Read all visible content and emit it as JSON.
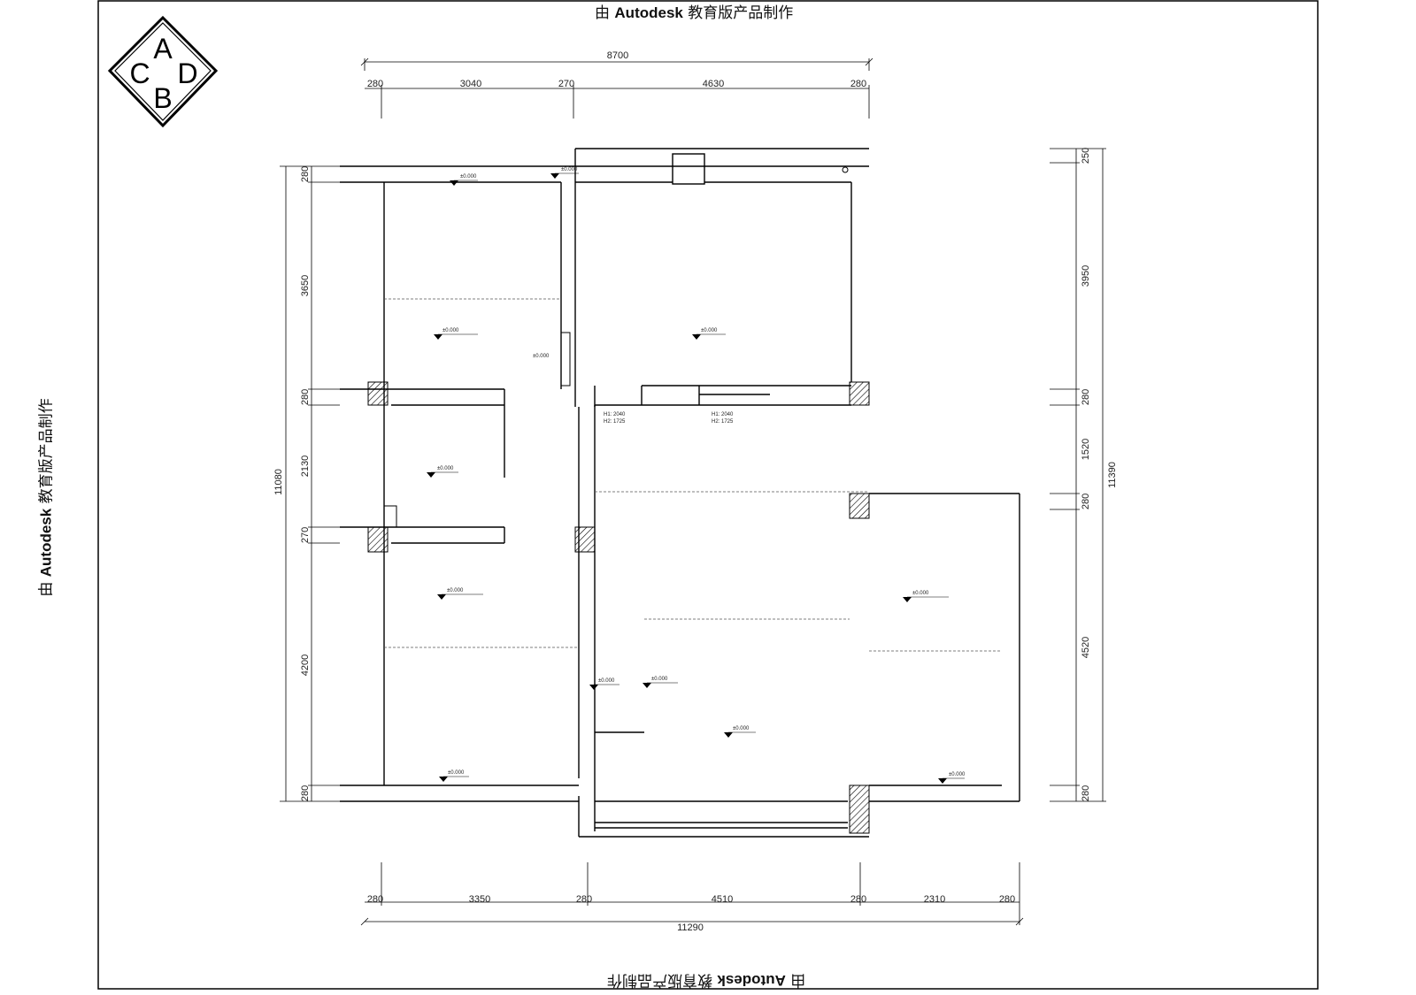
{
  "watermark": {
    "prefix": "由",
    "brand": "Autodesk",
    "suffix": "教育版产品制作"
  },
  "logo": {
    "letters": [
      "A",
      "B",
      "C",
      "D"
    ]
  },
  "dimensions": {
    "top_total": "8700",
    "top_segments": [
      "280",
      "3040",
      "270",
      "4630",
      "280"
    ],
    "bottom_total": "11290",
    "bottom_segments": [
      "280",
      "3350",
      "280",
      "4510",
      "280",
      "2310",
      "280"
    ],
    "left_total": "11080",
    "left_segments": [
      "280",
      "3650",
      "280",
      "2130",
      "270",
      "4200",
      "280"
    ],
    "right_total": "11390",
    "right_segments": [
      "250",
      "3950",
      "280",
      "1520",
      "280",
      "4520",
      "280"
    ]
  },
  "level_marks": [
    "±0.000",
    "±0.000",
    "±0.000",
    "±0.000",
    "±0.000",
    "±0.000",
    "±0.000",
    "±0.000",
    "±0.000",
    "±0.000",
    "±0.000",
    "±0.000",
    "±0.000"
  ],
  "room_notes": [
    "H1: 2040",
    "H2: 1725",
    "H1: 2040",
    "H2: 1725"
  ]
}
